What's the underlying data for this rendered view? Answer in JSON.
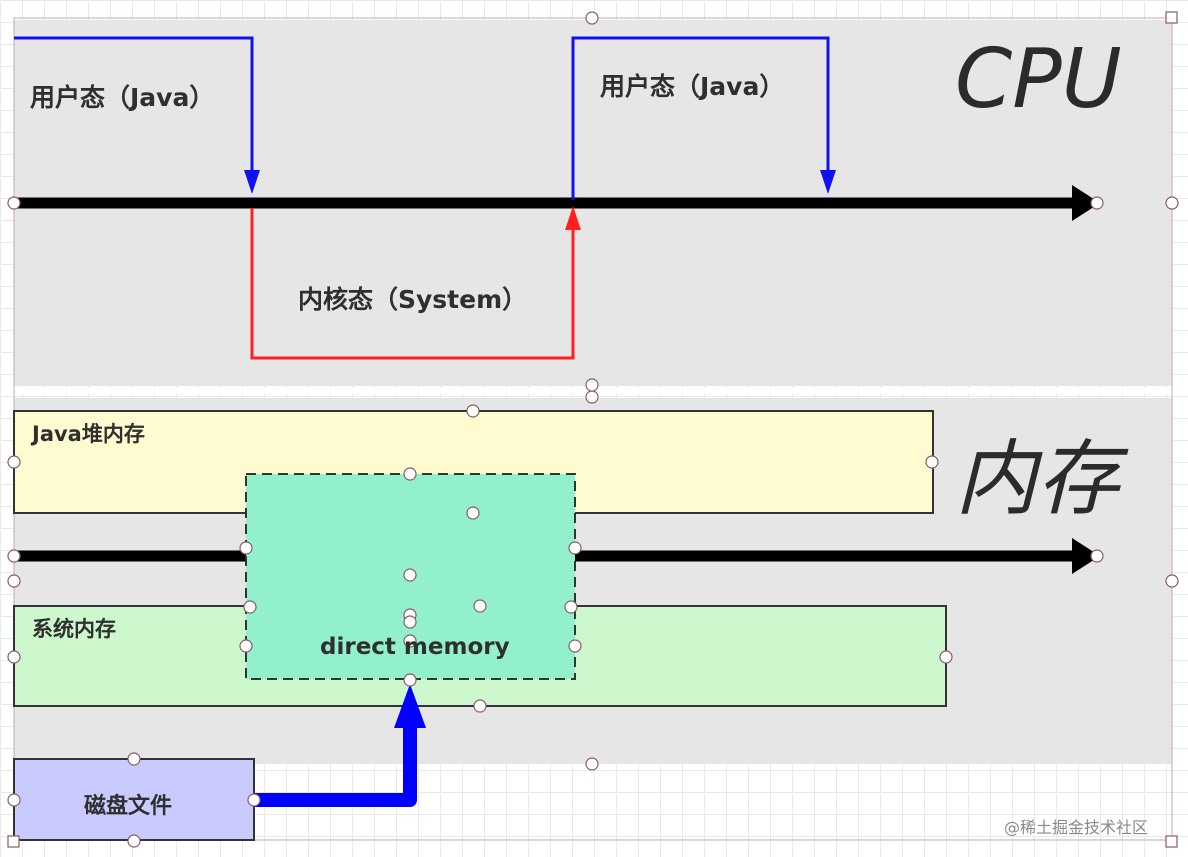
{
  "cpu": {
    "title": "CPU",
    "user_mode_1": "用户态（Java）",
    "user_mode_2": "用户态（Java）",
    "kernel_mode": "内核态（System）"
  },
  "memory": {
    "title": "内存",
    "java_heap": "Java堆内存",
    "system_memory": "系统内存",
    "direct_memory": "direct memory"
  },
  "disk": {
    "label": "磁盘文件"
  },
  "watermark": "@稀土掘金技术社区",
  "colors": {
    "user_path": "#1010f0",
    "kernel_path": "#ff2020",
    "timeline": "#000000",
    "cpu_bg": "#e6e6e6",
    "java_heap_fill": "#fffbd0",
    "system_memory_fill": "#cdf7cc",
    "direct_memory_fill": "#92f0cc",
    "disk_fill": "#c9cbff",
    "flow_arrow": "#0000ff"
  }
}
